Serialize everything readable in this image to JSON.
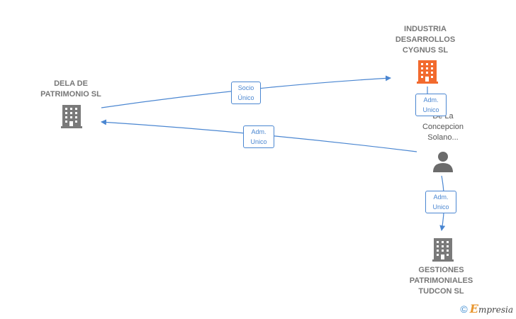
{
  "nodes": {
    "dela": {
      "label": "DELA DE\nPATRIMONIO SL",
      "type": "company"
    },
    "industria": {
      "label": "INDUSTRIA\nDESARROLLOS\nCYGNUS  SL",
      "type": "company-highlighted"
    },
    "person": {
      "label": "De La\nConcepcion\nSolano...",
      "type": "person"
    },
    "gestiones": {
      "label": "GESTIONES\nPATRIMONIALES\nTUDCON  SL",
      "type": "company"
    }
  },
  "edges": {
    "dela_to_industria": {
      "label": "Socio\nÚnico"
    },
    "person_to_dela": {
      "label": "Adm.\nUnico"
    },
    "person_to_industria": {
      "label": "Adm.\nUnico"
    },
    "person_to_gestiones": {
      "label": "Adm.\nUnico"
    }
  },
  "colors": {
    "edge": "#4a86d1",
    "company_icon": "#7a7a7a",
    "highlight_icon": "#f26a2e",
    "person_icon": "#6b6b6b"
  },
  "brand": {
    "copyright": "©",
    "initial": "E",
    "rest": "mpresia"
  }
}
